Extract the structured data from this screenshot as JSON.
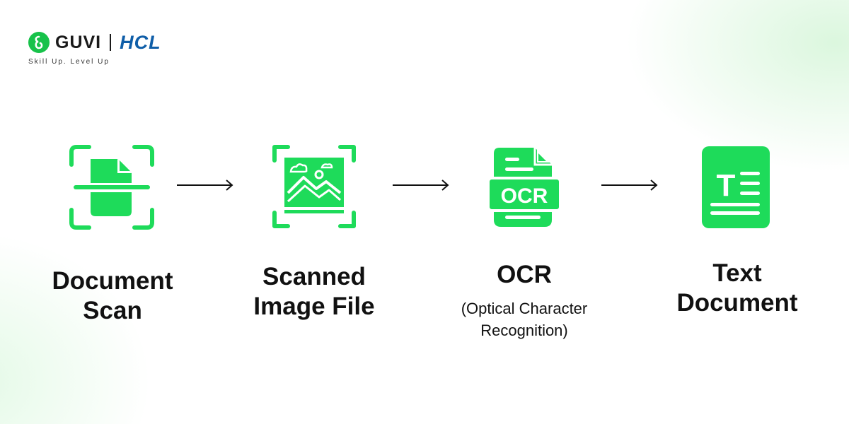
{
  "logo": {
    "brand": "GUVI",
    "partner": "HCL",
    "tagline": "Skill Up. Level Up"
  },
  "colors": {
    "accent": "#1edb5a",
    "guvi_green": "#17c24a",
    "hcl_blue": "#0f5ea8",
    "text": "#111111"
  },
  "steps": [
    {
      "icon": "document-scan-icon",
      "label_line1": "Document",
      "label_line2": "Scan"
    },
    {
      "icon": "image-file-icon",
      "label_line1": "Scanned",
      "label_line2": "Image File"
    },
    {
      "icon": "ocr-file-icon",
      "icon_text": "OCR",
      "title": "OCR",
      "subtitle_line1": "(Optical Character",
      "subtitle_line2": "Recognition)"
    },
    {
      "icon": "text-document-icon",
      "icon_text": "T",
      "label_line1": "Text",
      "label_line2": "Document"
    }
  ]
}
